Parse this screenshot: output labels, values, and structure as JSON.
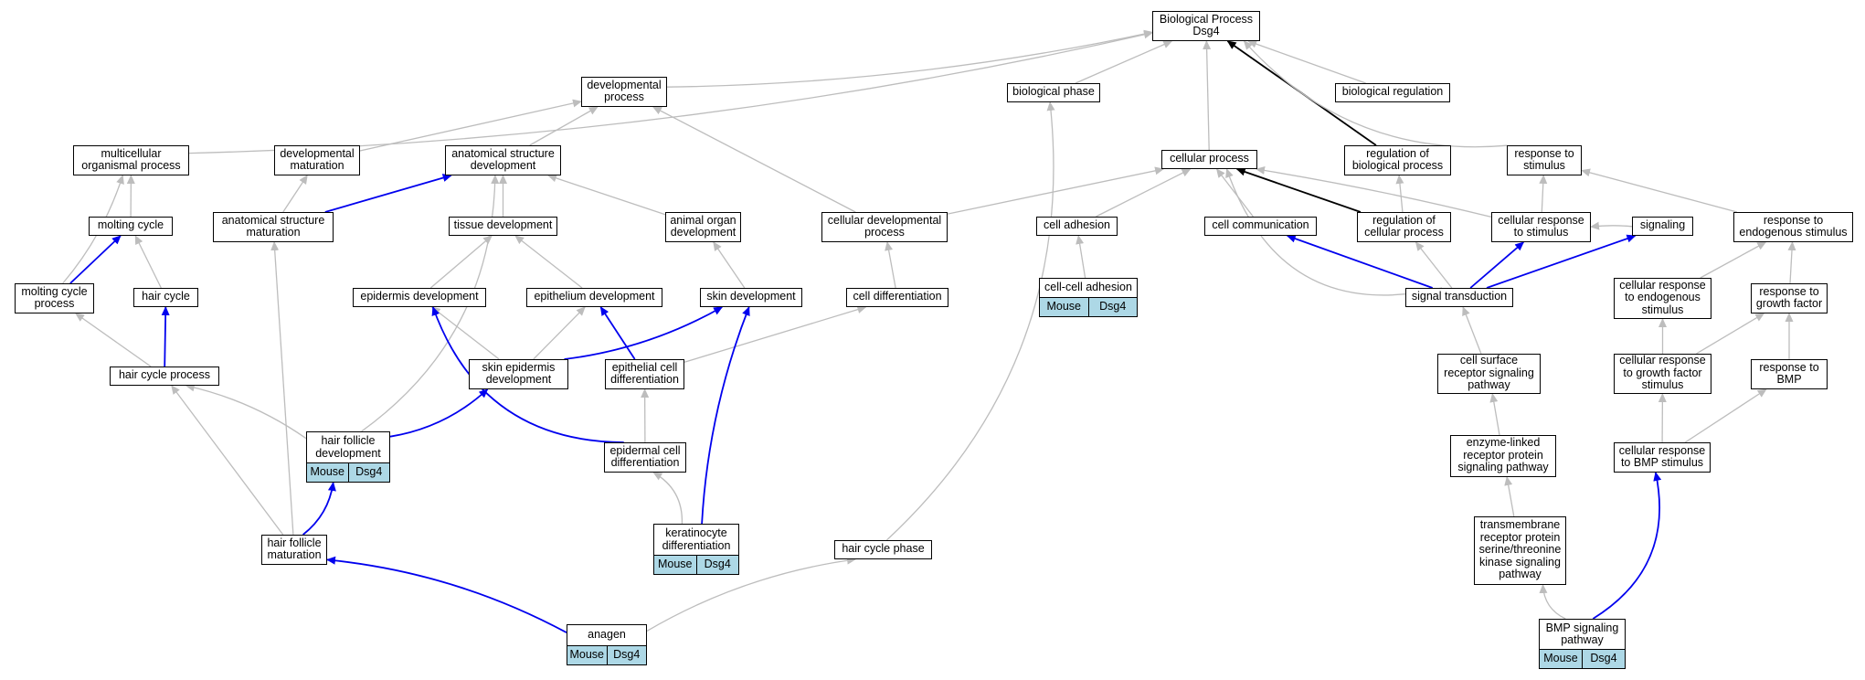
{
  "colors": {
    "default_edge": "#bdbdbd",
    "black_edge": "#000000",
    "blue_edge": "#0000ee",
    "tag_fill": "#add8e6"
  },
  "nodes": [
    {
      "id": "bp",
      "label": "Biological Process\nDsg4"
    },
    {
      "id": "devproc",
      "label": "developmental\nprocess"
    },
    {
      "id": "bphase",
      "label": "biological phase"
    },
    {
      "id": "bioreg",
      "label": "biological regulation"
    },
    {
      "id": "multi",
      "label": "multicellular\norganismal process"
    },
    {
      "id": "devmat",
      "label": "developmental\nmaturation"
    },
    {
      "id": "asdev",
      "label": "anatomical structure\ndevelopment"
    },
    {
      "id": "cellproc",
      "label": "cellular process"
    },
    {
      "id": "regbio",
      "label": "regulation of\nbiological process"
    },
    {
      "id": "resp",
      "label": "response to\nstimulus"
    },
    {
      "id": "molt",
      "label": "molting cycle"
    },
    {
      "id": "asmat",
      "label": "anatomical structure\nmaturation"
    },
    {
      "id": "tissue",
      "label": "tissue development"
    },
    {
      "id": "organ",
      "label": "animal organ\ndevelopment"
    },
    {
      "id": "celldev",
      "label": "cellular developmental\nprocess"
    },
    {
      "id": "adhesion",
      "label": "cell adhesion"
    },
    {
      "id": "comm",
      "label": "cell communication"
    },
    {
      "id": "regcell",
      "label": "regulation of\ncellular process"
    },
    {
      "id": "cellresp",
      "label": "cellular response\nto stimulus"
    },
    {
      "id": "signaling",
      "label": "signaling"
    },
    {
      "id": "respendo",
      "label": "response to\nendogenous stimulus"
    },
    {
      "id": "moltproc",
      "label": "molting cycle\nprocess"
    },
    {
      "id": "haircycle",
      "label": "hair cycle"
    },
    {
      "id": "epidev",
      "label": "epidermis development"
    },
    {
      "id": "epith",
      "label": "epithelium development"
    },
    {
      "id": "skindev",
      "label": "skin development"
    },
    {
      "id": "celldiff",
      "label": "cell differentiation"
    },
    {
      "id": "ccadh",
      "label": "cell-cell adhesion",
      "tags": [
        "Mouse",
        "Dsg4"
      ]
    },
    {
      "id": "sigtrans",
      "label": "signal transduction"
    },
    {
      "id": "cellrespendo",
      "label": "cellular response\nto endogenous\nstimulus"
    },
    {
      "id": "respgf",
      "label": "response to\ngrowth factor"
    },
    {
      "id": "hcproc",
      "label": "hair cycle process"
    },
    {
      "id": "skinepi",
      "label": "skin epidermis\ndevelopment"
    },
    {
      "id": "epicelldiff",
      "label": "epithelial cell\ndifferentiation"
    },
    {
      "id": "csrsp",
      "label": "cell surface\nreceptor signaling\npathway"
    },
    {
      "id": "cellrespgf",
      "label": "cellular response\nto growth factor\nstimulus"
    },
    {
      "id": "respbmp",
      "label": "response to\nBMP"
    },
    {
      "id": "hfdev",
      "label": "hair follicle\ndevelopment",
      "tags": [
        "Mouse",
        "Dsg4"
      ]
    },
    {
      "id": "epidcelldiff",
      "label": "epidermal cell\ndifferentiation"
    },
    {
      "id": "enzyme",
      "label": "enzyme-linked\nreceptor protein\nsignaling pathway"
    },
    {
      "id": "cellrespbmp",
      "label": "cellular response\nto BMP stimulus"
    },
    {
      "id": "hfmat",
      "label": "hair follicle\nmaturation"
    },
    {
      "id": "kerat",
      "label": "keratinocyte\ndifferentiation",
      "tags": [
        "Mouse",
        "Dsg4"
      ]
    },
    {
      "id": "hcphase",
      "label": "hair cycle phase"
    },
    {
      "id": "tmrp",
      "label": "transmembrane\nreceptor protein\nserine/threonine\nkinase signaling\npathway"
    },
    {
      "id": "anagen",
      "label": "anagen",
      "tags": [
        "Mouse",
        "Dsg4"
      ]
    },
    {
      "id": "bmp",
      "label": "BMP signaling\npathway",
      "tags": [
        "Mouse",
        "Dsg4"
      ]
    }
  ]
}
